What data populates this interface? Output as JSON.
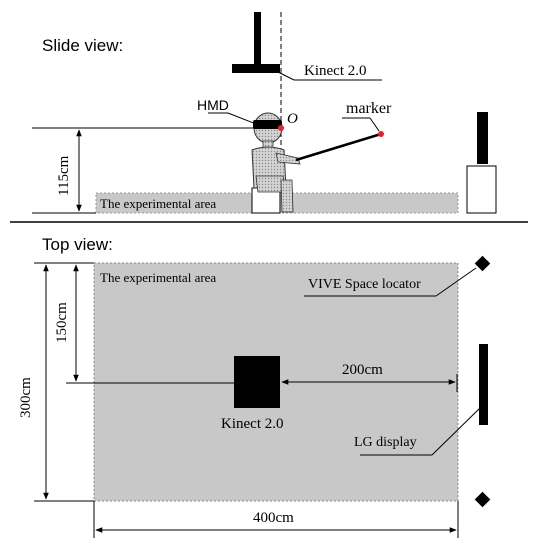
{
  "side_view": {
    "title": "Slide view:",
    "kinect_label": "Kinect 2.0",
    "hmd_label": "HMD",
    "origin_label": "O",
    "marker_label": "marker",
    "height_label": "115cm",
    "area_label": "The experimental area"
  },
  "top_view": {
    "title": "Top view:",
    "area_label": "The experimental area",
    "locator_label": "VIVE Space locator",
    "depth_label": "150cm",
    "full_depth_label": "300cm",
    "distance_label": "200cm",
    "kinect_label": "Kinect 2.0",
    "display_label": "LG display",
    "width_label": "400cm"
  },
  "colors": {
    "area_fill": "#c8c8c8",
    "marker_dot": "#e8202a",
    "ink": "#000000"
  }
}
